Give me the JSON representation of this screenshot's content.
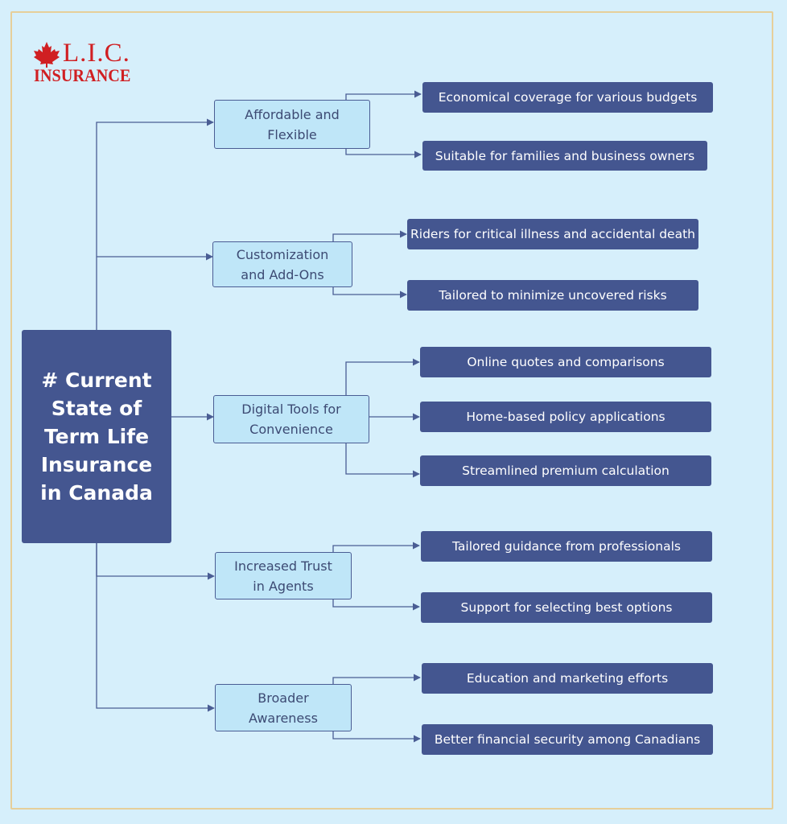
{
  "logo": {
    "main_text": "L.I.C.",
    "sub_text": "INSURANCE",
    "icon": "maple-leaf-icon",
    "color": "#d01f22"
  },
  "colors": {
    "background": "#d6effb",
    "frame": "#e6cf9a",
    "dark_node": "#445690",
    "light_node": "#bfe6f8",
    "connector": "#4a5d94"
  },
  "root": {
    "label": "# Current\nState of\nTerm Life\nInsurance\nin Canada"
  },
  "branches": [
    {
      "label": "Affordable and\nFlexible",
      "children": [
        "Economical coverage for various budgets",
        "Suitable for families and business owners"
      ]
    },
    {
      "label": "Customization\nand Add-Ons",
      "children": [
        "Riders for critical illness and accidental death",
        "Tailored to minimize uncovered risks"
      ]
    },
    {
      "label": "Digital Tools for\nConvenience",
      "children": [
        "Online quotes and comparisons",
        "Home-based policy applications",
        "Streamlined premium calculation"
      ]
    },
    {
      "label": "Increased Trust\nin Agents",
      "children": [
        "Tailored guidance from professionals",
        "Support for selecting best options"
      ]
    },
    {
      "label": "Broader\nAwareness",
      "children": [
        "Education and marketing efforts",
        "Better financial security among Canadians"
      ]
    }
  ]
}
